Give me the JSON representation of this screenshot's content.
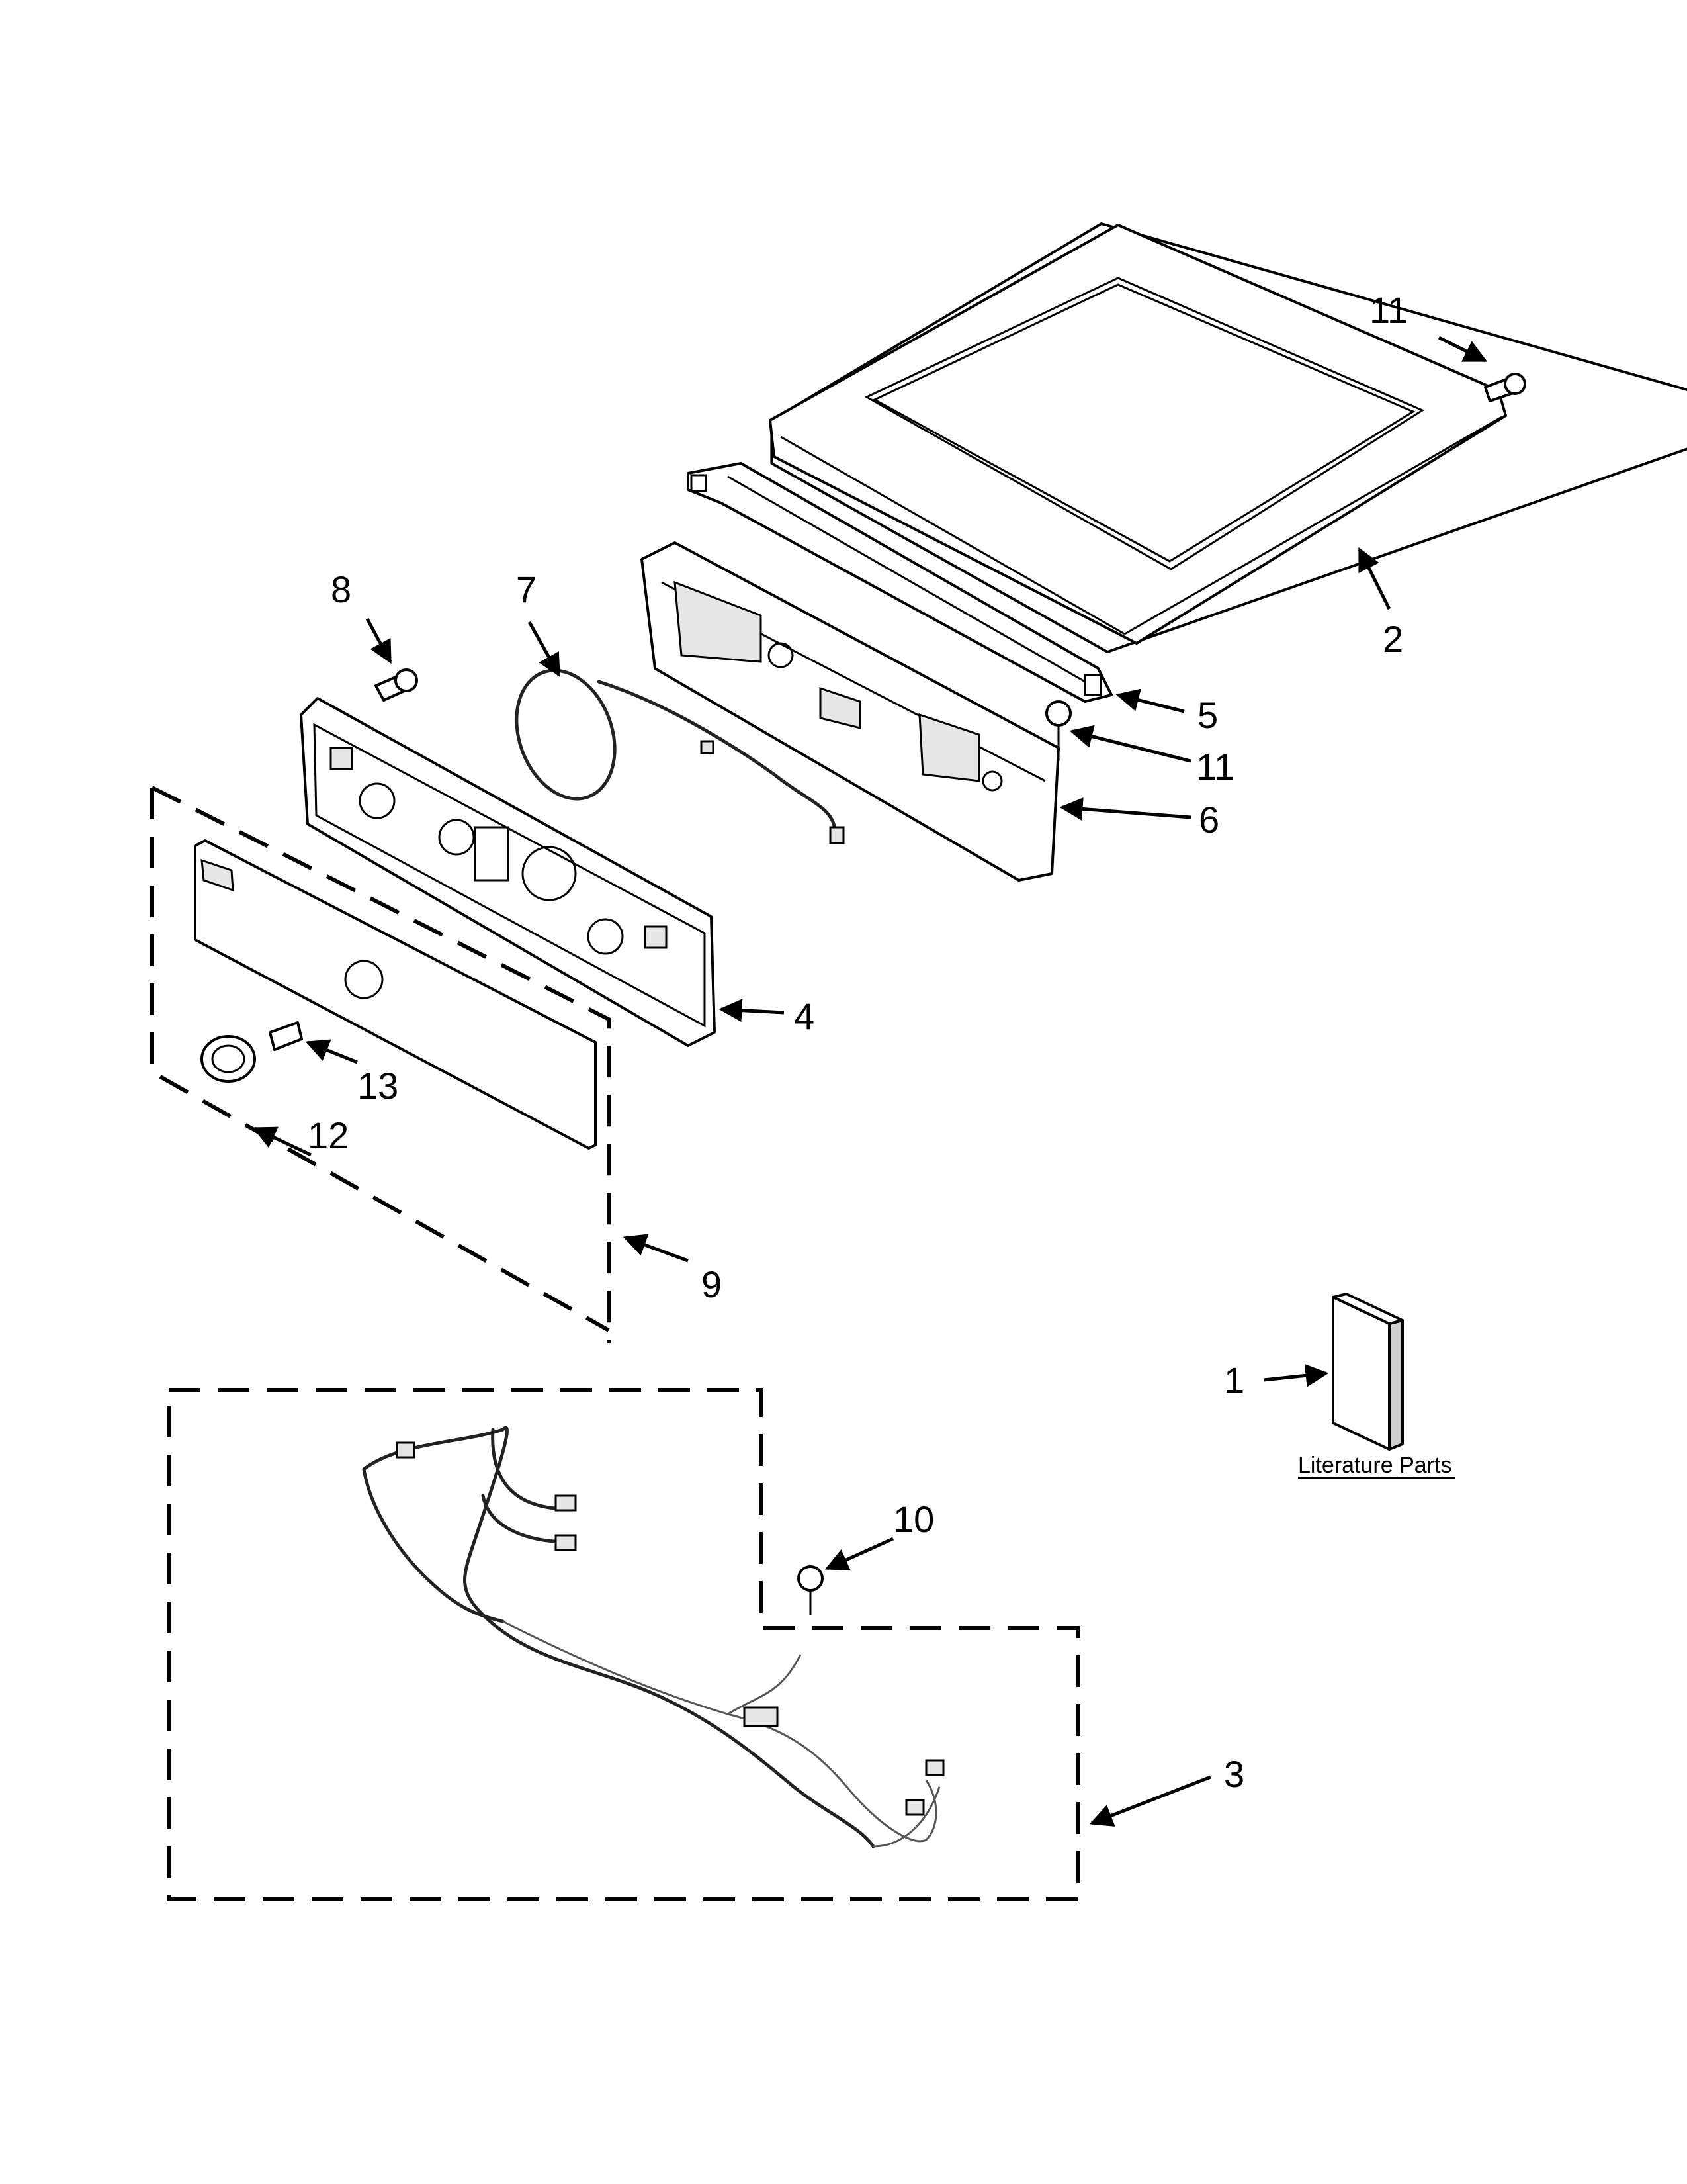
{
  "callouts": [
    {
      "id": "1",
      "label": "1"
    },
    {
      "id": "2",
      "label": "2"
    },
    {
      "id": "3",
      "label": "3"
    },
    {
      "id": "4",
      "label": "4"
    },
    {
      "id": "5",
      "label": "5"
    },
    {
      "id": "6",
      "label": "6"
    },
    {
      "id": "7",
      "label": "7"
    },
    {
      "id": "8",
      "label": "8"
    },
    {
      "id": "9",
      "label": "9"
    },
    {
      "id": "10",
      "label": "10"
    },
    {
      "id": "11a",
      "label": "11"
    },
    {
      "id": "11b",
      "label": "11"
    },
    {
      "id": "12",
      "label": "12"
    },
    {
      "id": "13",
      "label": "13"
    }
  ],
  "literature": {
    "caption": "Literature Parts"
  }
}
